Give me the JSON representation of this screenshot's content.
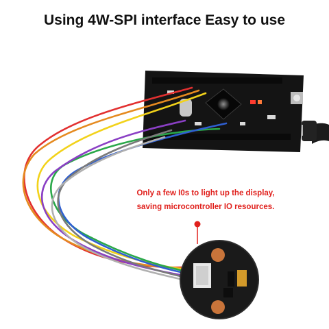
{
  "headline": "Using 4W-SPI interface Easy to use",
  "callout": {
    "line1": "Only a few I0s to light up the display,",
    "line2": "saving microcontroller IO resources."
  },
  "colors": {
    "headline": "#111111",
    "callout": "#e0201c",
    "board": "#141414",
    "display_pcb": "#1a1a1a",
    "copper_pad": "#c8743a"
  },
  "wire_colors": [
    "#e23030",
    "#e58a1f",
    "#f2d21a",
    "#2aa84a",
    "#2f5fd0",
    "#8a3fc4",
    "#7a7a7a",
    "#b0b0b0"
  ]
}
